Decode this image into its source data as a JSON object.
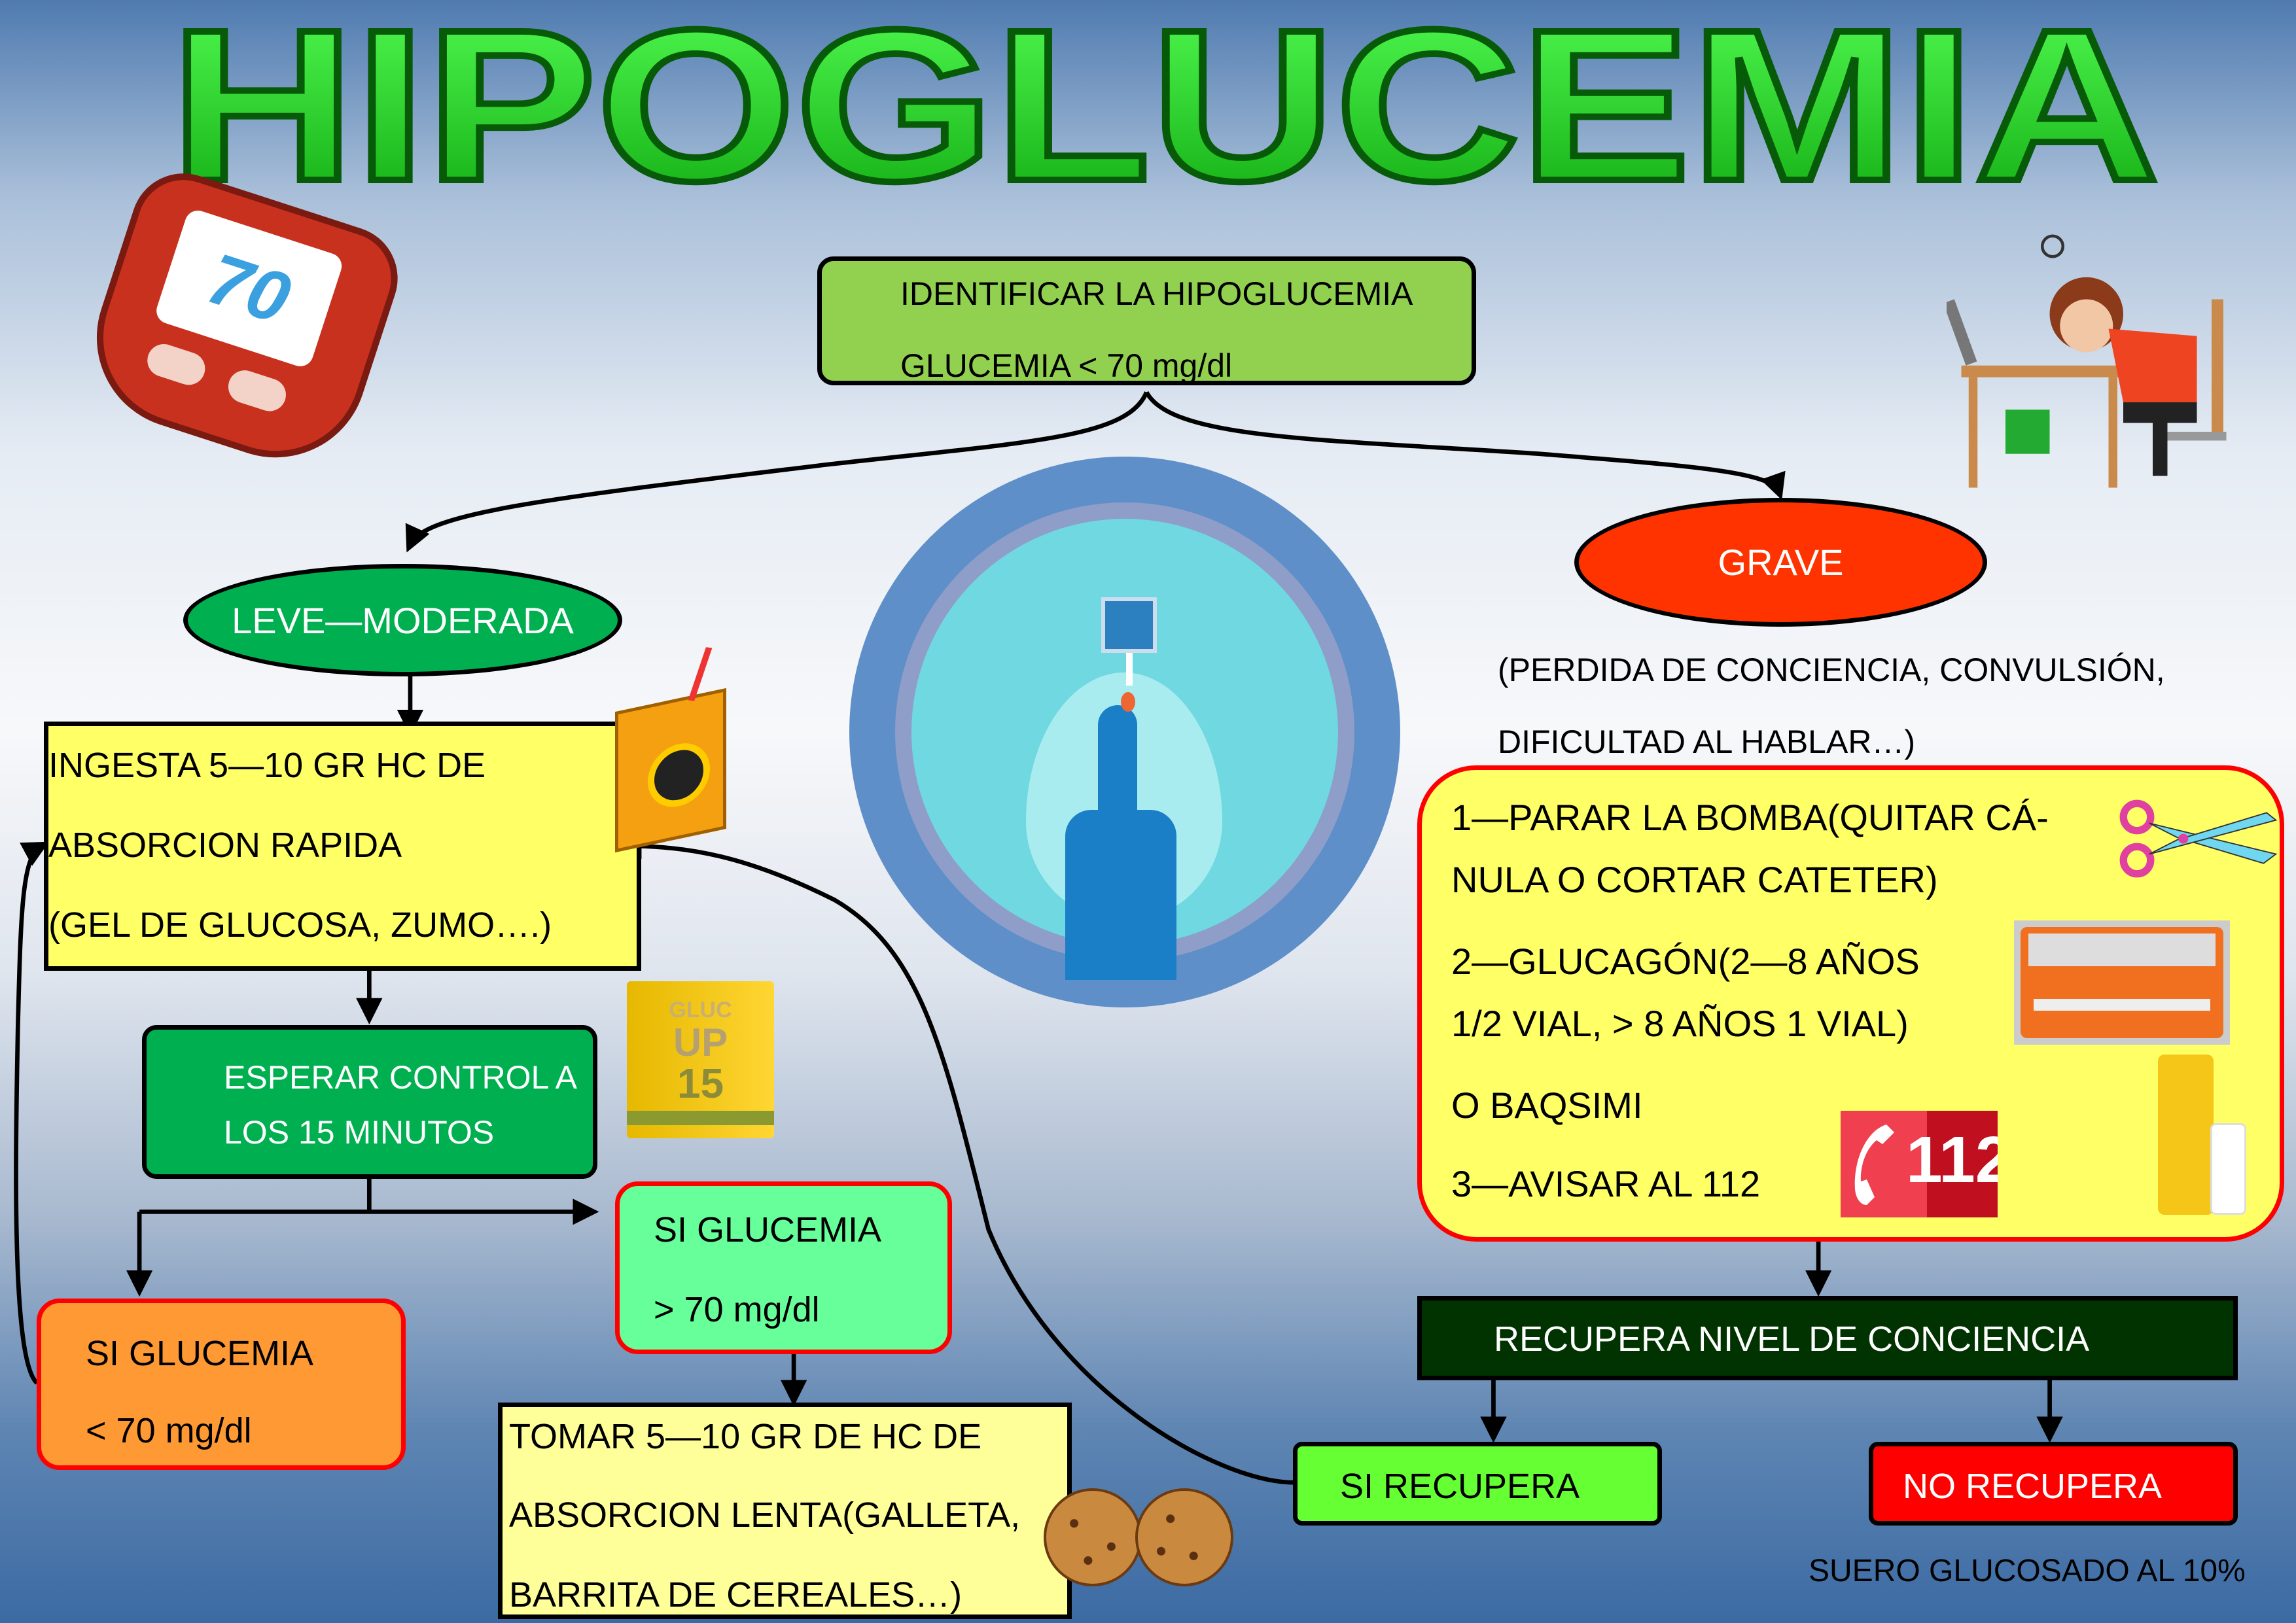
{
  "title": "HIPOGLUCEMIA",
  "identify": {
    "line1": "IDENTIFICAR LA HIPOGLUCEMIA",
    "line2": "GLUCEMIA  < 70 mg/dl"
  },
  "mild": {
    "label": "LEVE—MODERADA",
    "intake": [
      "INGESTA 5—10 GR HC DE",
      "ABSORCION RAPIDA",
      "(GEL DE GLUCOSA, ZUMO….)"
    ],
    "wait": [
      "ESPERAR CONTROL A",
      "LOS 15  MINUTOS"
    ],
    "low": [
      "SI GLUCEMIA",
      "<  70 mg/dl"
    ],
    "high": [
      "SI GLUCEMIA",
      ">  70 mg/dl"
    ],
    "slow": [
      "TOMAR 5—10 GR DE HC DE",
      "ABSORCION LENTA(GALLETA,",
      "BARRITA DE CEREALES…)"
    ]
  },
  "severe": {
    "label": "GRAVE",
    "symptoms": [
      "(PERDIDA DE CONCIENCIA, CONVULSIÓN,",
      "DIFICULTAD AL HABLAR…)"
    ],
    "steps": [
      "1—PARAR LA BOMBA(QUITAR CÁ-",
      "NULA O CORTAR CATETER)",
      "2—GLUCAGÓN(2—8 AÑOS",
      "1/2 VIAL, > 8 AÑOS 1 VIAL)",
      " O BAQSIMI",
      "3—AVISAR AL 112"
    ],
    "recover_header": "RECUPERA NIVEL DE CONCIENCIA",
    "recovers": "SI  RECUPERA",
    "not_recovers": "NO RECUPERA",
    "iv": "SUERO GLUCOSADO AL 10%"
  },
  "images": {
    "meter_reading": "70",
    "emergency_number": "112",
    "gluc_box": [
      "GLUC",
      "UP",
      "15"
    ]
  },
  "colors": {
    "title_green": "#22dd22",
    "identify": "#92d050",
    "mild": "#00b050",
    "severe": "#ff3300",
    "yellow": "#ffff66"
  }
}
